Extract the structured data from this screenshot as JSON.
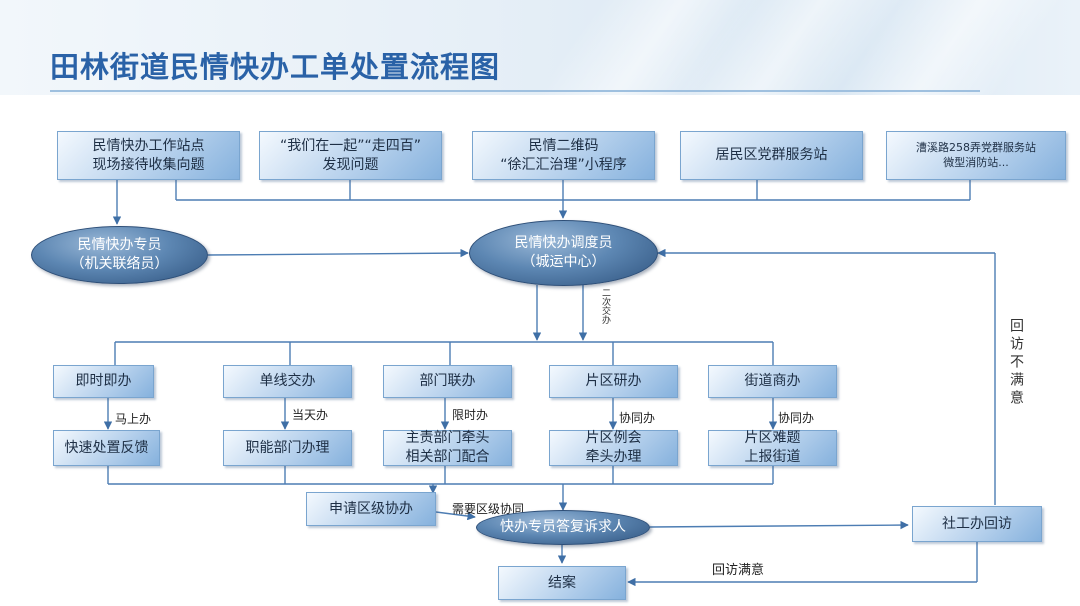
{
  "title": "田林街道民情快办工单处置流程图",
  "sources": [
    {
      "line1": "民情快办工作站点",
      "line2": "现场接待收集向题"
    },
    {
      "line1": "“我们在一起”“走四百”",
      "line2": "发现问题"
    },
    {
      "line1": "民情二维码",
      "line2": "“徐汇汇治理”小程序"
    },
    {
      "line1": "居民区党群服务站",
      "line2": ""
    },
    {
      "line1": "漕溪路258弄党群服务站",
      "line2": "微型消防站..."
    }
  ],
  "liaison": {
    "line1": "民情快办专员",
    "line2": "（机关联络员）"
  },
  "dispatcher": {
    "line1": "民情快办调度员",
    "line2": "（城运中心）"
  },
  "second_assign": "二次交办",
  "branches": [
    {
      "top": "即时即办",
      "edge": "马上办",
      "bottom1": "快速处置反馈",
      "bottom2": ""
    },
    {
      "top": "单线交办",
      "edge": "当天办",
      "bottom1": "职能部门办理",
      "bottom2": ""
    },
    {
      "top": "部门联办",
      "edge": "限时办",
      "bottom1": "主责部门牵头",
      "bottom2": "相关部门配合"
    },
    {
      "top": "片区研办",
      "edge": "协同办",
      "bottom1": "片区例会",
      "bottom2": "牵头办理"
    },
    {
      "top": "街道商办",
      "edge": "协同办",
      "bottom1": "片区难题",
      "bottom2": "上报街道"
    }
  ],
  "district": "申请区级协办",
  "district_edge": "需要区级协同",
  "reply": "快办专员答复诉求人",
  "revisit": "社工办回访",
  "unsatisfied": "回访不满意",
  "satisfied": "回访满意",
  "close": "结案"
}
